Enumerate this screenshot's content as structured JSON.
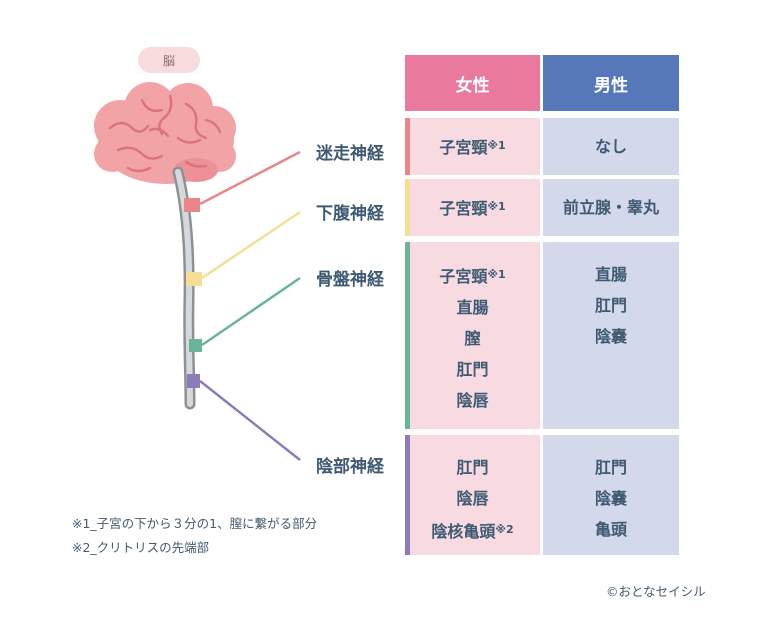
{
  "brain_label": "脳",
  "columns": {
    "female": "女性",
    "male": "男性"
  },
  "rows": [
    {
      "nerve": "迷走神経",
      "color": "#e98687",
      "female": [
        {
          "text": "子宮頸",
          "note": "※1"
        }
      ],
      "male": [
        {
          "text": "なし",
          "note": ""
        }
      ]
    },
    {
      "nerve": "下腹神経",
      "color": "#f6de94",
      "female": [
        {
          "text": "子宮頸",
          "note": "※1"
        }
      ],
      "male": [
        {
          "text": "前立腺・睾丸",
          "note": ""
        }
      ]
    },
    {
      "nerve": "骨盤神経",
      "color": "#6ab596",
      "female": [
        {
          "text": "子宮頸",
          "note": "※1"
        },
        {
          "text": "直腸",
          "note": ""
        },
        {
          "text": "膣",
          "note": ""
        },
        {
          "text": "肛門",
          "note": ""
        },
        {
          "text": "陰唇",
          "note": ""
        }
      ],
      "male": [
        {
          "text": "直腸",
          "note": ""
        },
        {
          "text": "肛門",
          "note": ""
        },
        {
          "text": "陰嚢",
          "note": ""
        }
      ]
    },
    {
      "nerve": "陰部神経",
      "color": "#8c7cba",
      "female": [
        {
          "text": "肛門",
          "note": ""
        },
        {
          "text": "陰唇",
          "note": ""
        },
        {
          "text": "陰核亀頭",
          "note": "※2"
        }
      ],
      "male": [
        {
          "text": "肛門",
          "note": ""
        },
        {
          "text": "陰嚢",
          "note": ""
        },
        {
          "text": "亀頭",
          "note": ""
        }
      ]
    }
  ],
  "footnotes": [
    "※1_子宮の下から３分の1、膣に繋がる部分",
    "※2_クリトリスの先端部"
  ],
  "copyright": "©おとなセイシル"
}
